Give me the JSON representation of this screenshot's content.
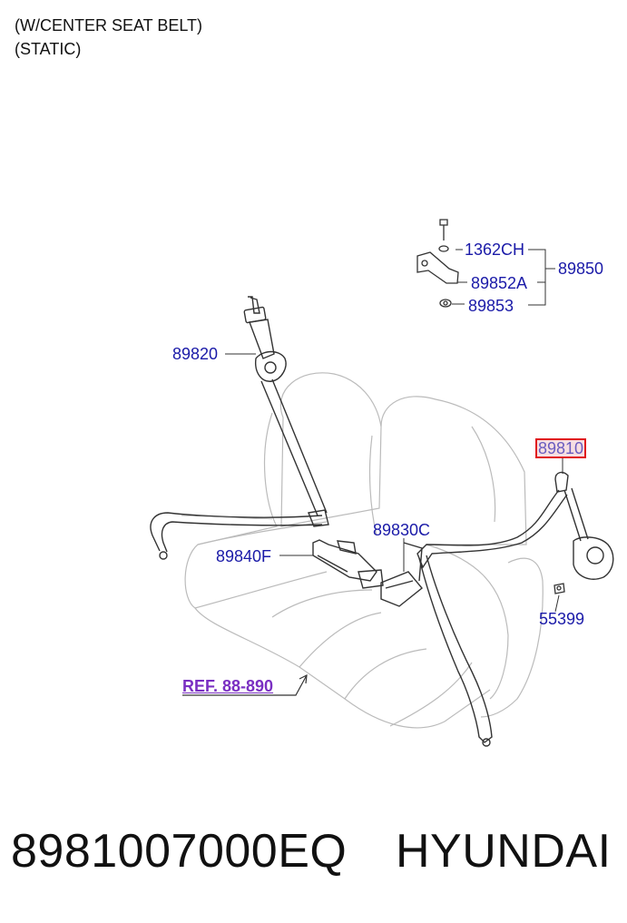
{
  "header": {
    "line1": "(W/CENTER SEAT BELT)",
    "line2": "(STATIC)"
  },
  "callouts": {
    "c1362ch": "1362CH",
    "c89852a": "89852A",
    "c89853": "89853",
    "c89850": "89850",
    "c89820": "89820",
    "c89810": "89810",
    "c89830c": "89830C",
    "c89840f": "89840F",
    "c55399": "55399"
  },
  "highlighted_callout": "89810",
  "reference_link": "REF. 88-890",
  "footer": {
    "part_number": "8981007000EQ",
    "brand": "HYUNDAI"
  },
  "colors": {
    "callout_text": "#1a1aa8",
    "highlight_border": "#e0151b",
    "highlight_fill": "#f6dfe2",
    "reference_link": "#7a2fc2",
    "line_art": "#333333"
  }
}
